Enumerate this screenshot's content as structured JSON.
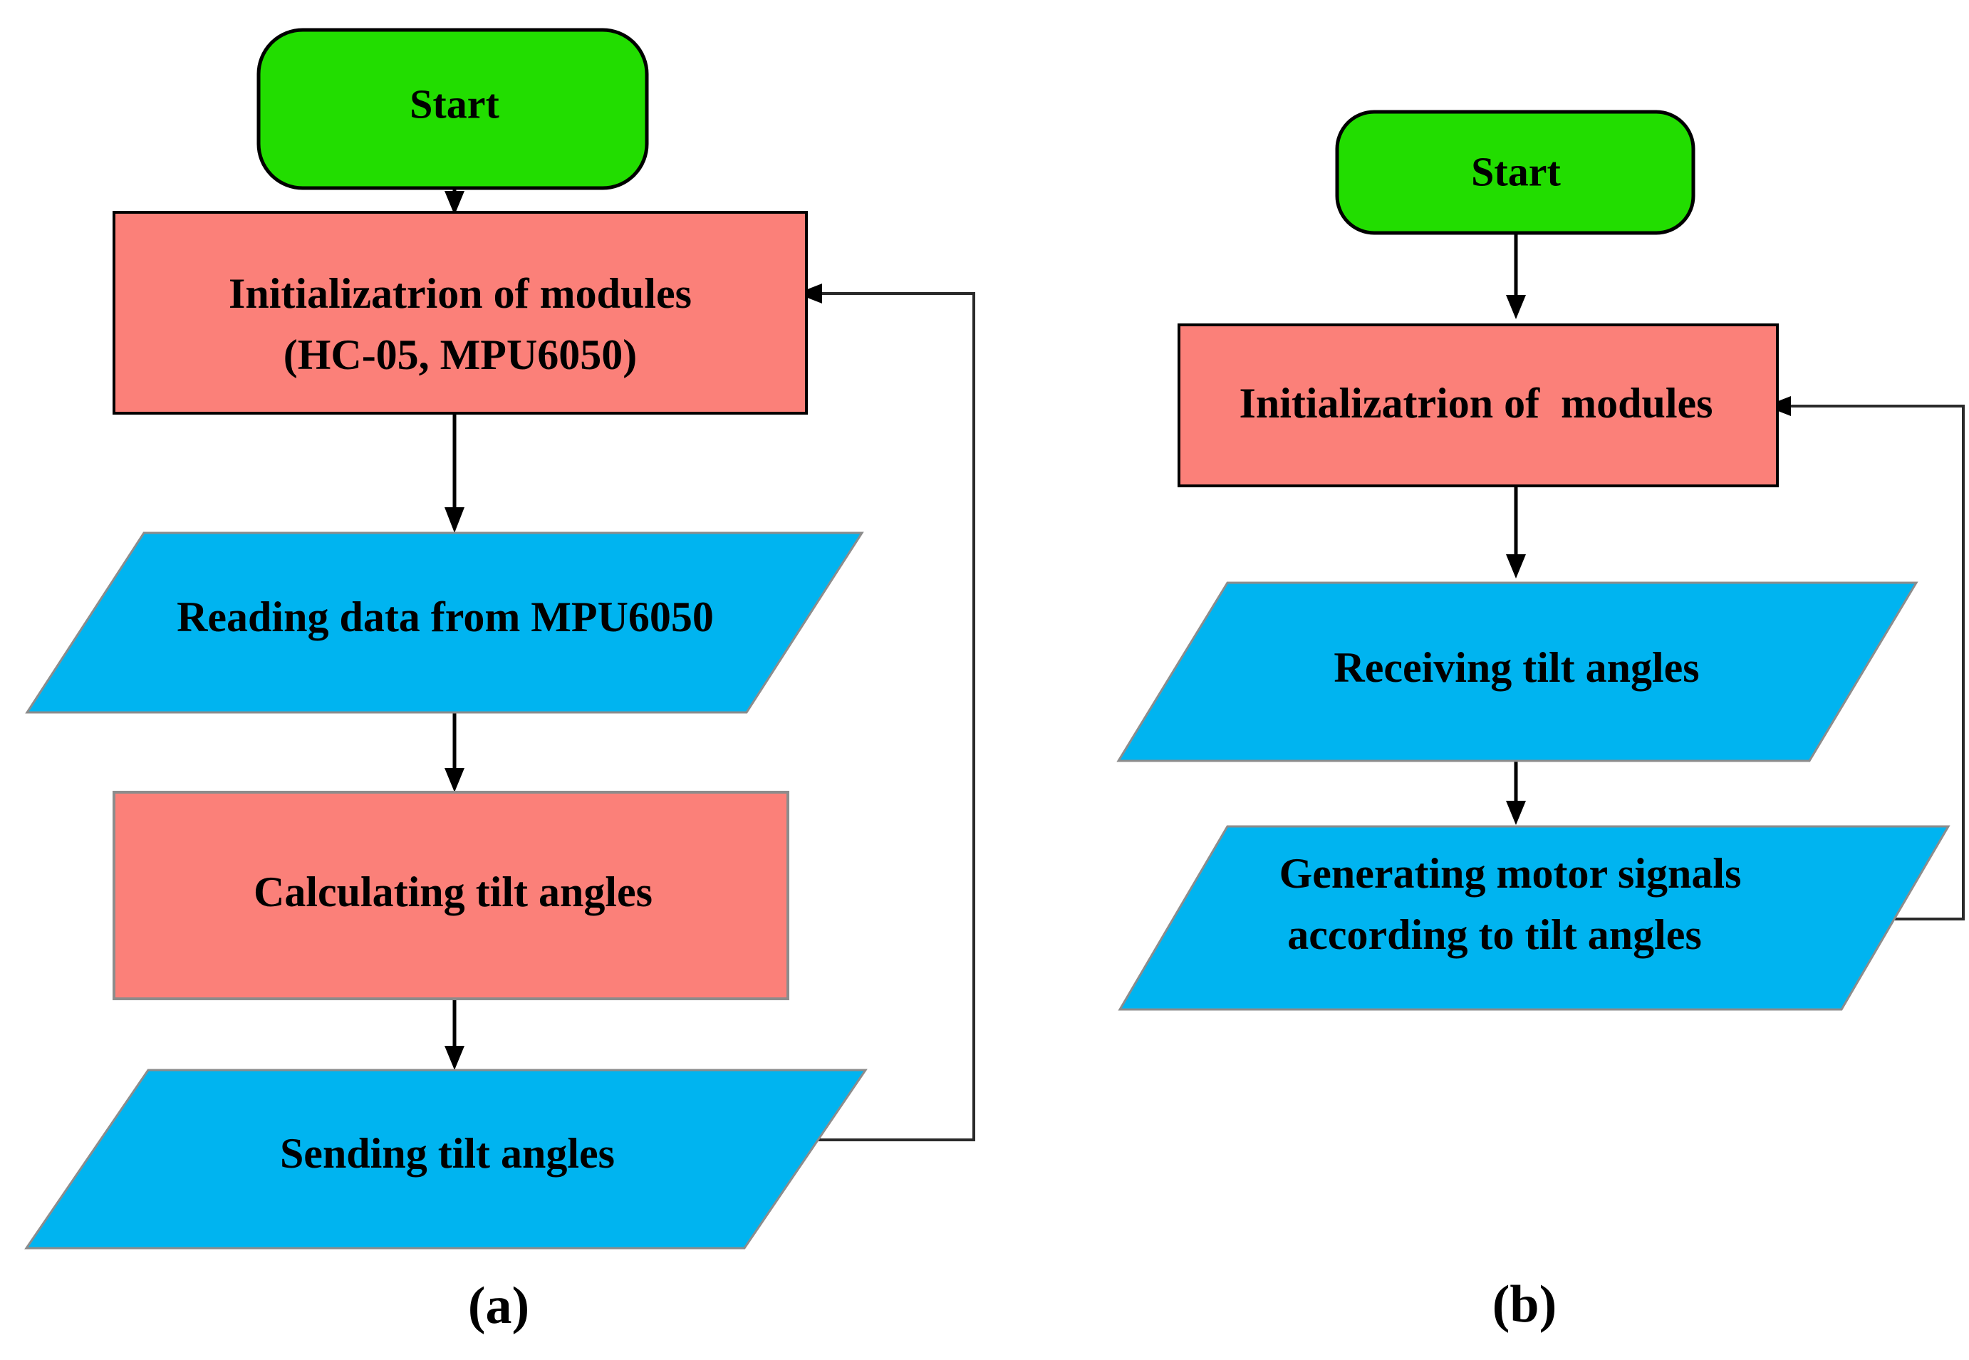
{
  "figure": {
    "type": "flowchart",
    "background_color": "#ffffff",
    "panels": [
      {
        "id": "a",
        "caption": "(a)",
        "nodes": [
          {
            "id": "a-start",
            "shape": "terminator",
            "label": "Start",
            "fill": "#22dd00"
          },
          {
            "id": "a-init",
            "shape": "process",
            "label_line1": "Initializatrion of modules",
            "label_line2": "(HC-05, MPU6050)",
            "fill": "#fb8079"
          },
          {
            "id": "a-read",
            "shape": "parallelogram",
            "label": "Reading data from MPU6050",
            "fill": "#00b4f0"
          },
          {
            "id": "a-calc",
            "shape": "process",
            "label": "Calculating tilt angles",
            "fill": "#fb8079"
          },
          {
            "id": "a-send",
            "shape": "parallelogram",
            "label": "Sending tilt angles",
            "fill": "#00b4f0"
          }
        ],
        "edges": [
          {
            "from": "a-start",
            "to": "a-init",
            "kind": "arrow-down"
          },
          {
            "from": "a-init",
            "to": "a-read",
            "kind": "arrow-down"
          },
          {
            "from": "a-read",
            "to": "a-calc",
            "kind": "arrow-down"
          },
          {
            "from": "a-calc",
            "to": "a-send",
            "kind": "arrow-down"
          },
          {
            "from": "a-send",
            "to": "a-init",
            "kind": "feedback-loop-right"
          }
        ]
      },
      {
        "id": "b",
        "caption": "(b)",
        "nodes": [
          {
            "id": "b-start",
            "shape": "terminator",
            "label": "Start",
            "fill": "#22dd00"
          },
          {
            "id": "b-init",
            "shape": "process",
            "label": "Initializatrion of  modules",
            "fill": "#fb8079"
          },
          {
            "id": "b-recv",
            "shape": "parallelogram",
            "label": "Receiving tilt angles",
            "fill": "#00b4f0"
          },
          {
            "id": "b-gen",
            "shape": "parallelogram",
            "label_line1": "Generating motor signals",
            "label_line2": "according to tilt angles",
            "fill": "#00b4f0"
          }
        ],
        "edges": [
          {
            "from": "b-start",
            "to": "b-init",
            "kind": "arrow-down"
          },
          {
            "from": "b-init",
            "to": "b-recv",
            "kind": "arrow-down"
          },
          {
            "from": "b-recv",
            "to": "b-gen",
            "kind": "arrow-down"
          },
          {
            "from": "b-gen",
            "to": "b-init",
            "kind": "feedback-loop-right"
          }
        ]
      }
    ],
    "colors": {
      "terminator_fill": "#22dd00",
      "process_fill": "#fb8079",
      "io_fill": "#00b4f0",
      "stroke": "#000000",
      "text": "#000000",
      "background": "#ffffff"
    }
  }
}
